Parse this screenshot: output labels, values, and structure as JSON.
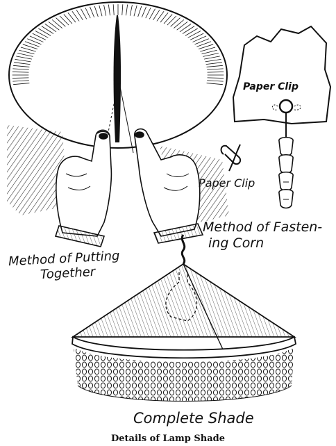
{
  "labels": {
    "paper_clip_top": "Paper Clip",
    "paper_clip_mid": "Paper Clip",
    "fastening_line1": "Method of Fasten-",
    "fastening_line2": "ing Corn",
    "putting_line1": "Method of Putting",
    "putting_line2": "Together",
    "complete": "Complete Shade"
  },
  "caption": "Details of Lamp Shade",
  "colors": {
    "ink": "#111111",
    "paper": "#ffffff"
  }
}
